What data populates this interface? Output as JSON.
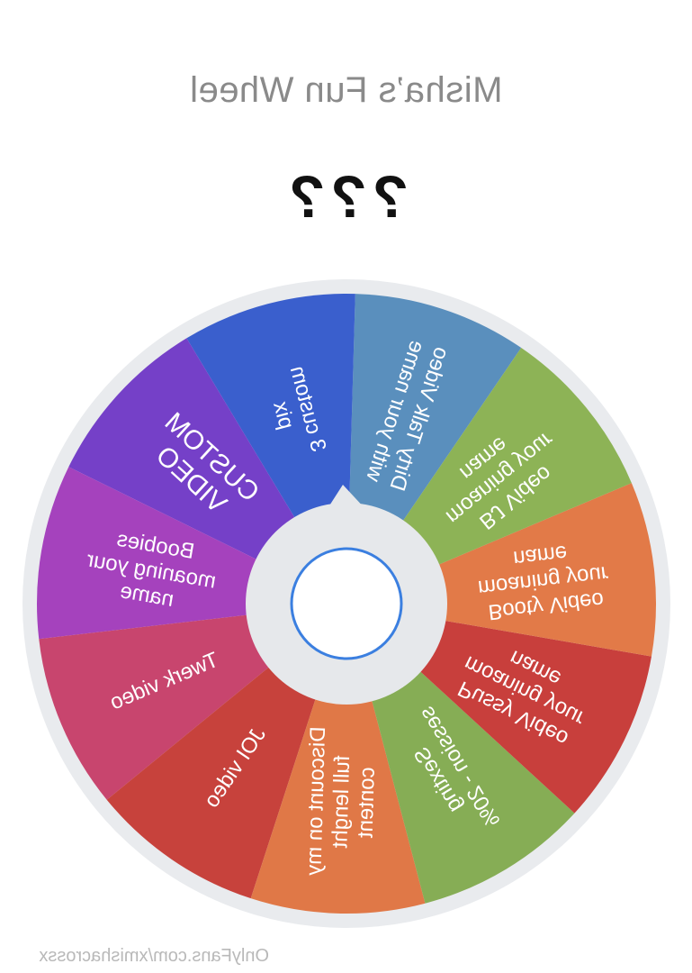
{
  "title": "Misha’s Fun Wheel",
  "result": "???",
  "watermark": "OnlyFans.com/xmishacrossx",
  "colors": {
    "rim": "#e9ebee",
    "hub": "#e6e8eb",
    "button_border": "#3b7fe0",
    "label": "#ffffff"
  },
  "wheel": {
    "segments": [
      {
        "lines": [
          "Dirty Talk Video",
          "with your name"
        ],
        "color": "#5a8fbd"
      },
      {
        "lines": [
          "3 custom",
          "pix"
        ],
        "color": "#3a5fcd"
      },
      {
        "lines": [
          "CUSTOM",
          "VIDEO"
        ],
        "color": "#7540c8"
      },
      {
        "lines": [
          "Boobies",
          "moaning your",
          "name"
        ],
        "color": "#a542bd"
      },
      {
        "lines": [
          "Twerk video"
        ],
        "color": "#c8456e"
      },
      {
        "lines": [
          "JOI video"
        ],
        "color": "#c7423c"
      },
      {
        "lines": [
          "Discount on my",
          "full lenght",
          "content"
        ],
        "color": "#e07847"
      },
      {
        "lines": [
          "Sexting",
          "session - 20%"
        ],
        "color": "#86ad55"
      },
      {
        "lines": [
          "Pussy Video",
          "moaning your",
          "name"
        ],
        "color": "#c83f3c"
      },
      {
        "lines": [
          "Booty Video",
          "moaning your",
          "name"
        ],
        "color": "#e27a48"
      },
      {
        "lines": [
          "BJ Video",
          "moaning your",
          "name"
        ],
        "color": "#8db356"
      }
    ]
  }
}
